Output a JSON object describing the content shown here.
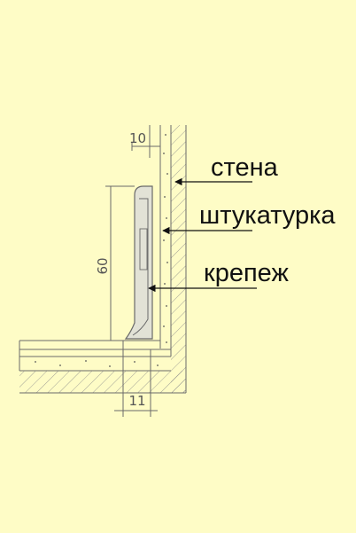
{
  "colors": {
    "background": "#fefcc6",
    "line": "#6a6a6a",
    "ink": "#111111"
  },
  "dimensions": {
    "plaster_thickness": "10",
    "skirting_height": "60",
    "skirting_depth": "11"
  },
  "labels": {
    "wall": "стена",
    "plaster": "штукатурка",
    "fastener": "крепеж"
  }
}
